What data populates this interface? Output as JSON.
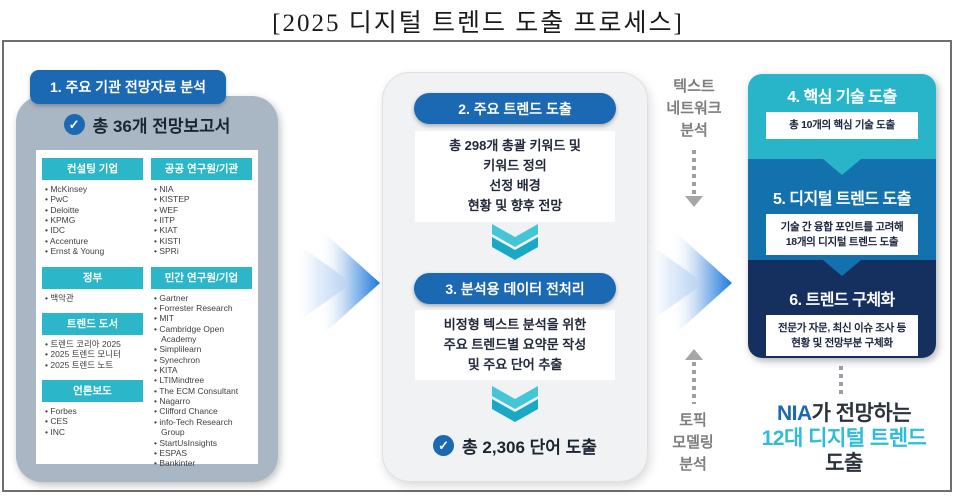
{
  "title": "[2025 디지털 트렌드 도출 프로세스]",
  "icons": {
    "check": "✓"
  },
  "colors": {
    "primary_blue": "#1b68b3",
    "teal": "#2cb6c9",
    "section_teal": "#29b5c9",
    "section_blue": "#1371ad",
    "section_navy": "#15305f",
    "panel_gray": "#a9b7c5",
    "arrow_blue": "#2079e0",
    "result_cyan": "#2fbcd6",
    "label_gray": "#7e7e7e"
  },
  "panel1": {
    "header": "1. 주요 기관 전망자료 분석",
    "summary": "총 36개 전망보고서",
    "columns": [
      {
        "groups": [
          {
            "label": "컨설팅 기업",
            "items": [
              "McKinsey",
              "PwC",
              "Deloitte",
              "KPMG",
              "IDC",
              "Accenture",
              "Ernst & Young"
            ]
          },
          {
            "label": "정부",
            "items": [
              "백악관"
            ]
          },
          {
            "label": "트렌드 도서",
            "items": [
              "트렌드 코리아 2025",
              "2025 트렌드 모니터",
              "2025 트렌드 노트"
            ]
          },
          {
            "label": "언론보도",
            "items": [
              "Forbes",
              "CES",
              "INC"
            ]
          }
        ]
      },
      {
        "groups": [
          {
            "label": "공공 연구원/기관",
            "items": [
              "NIA",
              "KISTEP",
              "WEF",
              "IITP",
              "KIAT",
              "KISTI",
              "SPRi"
            ]
          },
          {
            "label": "민간 연구원/기업",
            "items": [
              "Gartner",
              "Forrester Research",
              "MIT",
              "Cambridge Open Academy",
              "Simplilearn",
              "Synechron",
              "KITA",
              "LTIMindtree",
              "The ECM Consultant",
              "Nagarro",
              "Clifford Chance",
              "info-Tech Research Group",
              "StartUsInsights",
              "ESPAS",
              "Bankinter"
            ]
          }
        ]
      }
    ]
  },
  "panel2": {
    "header": "2. 주요 트렌드 도출",
    "body": "총 298개 총괄 키워드 및\n키워드 정의\n선정 배경\n현황 및 향후 전망"
  },
  "panel3": {
    "header": "3. 분석용 데이터 전처리",
    "body": "비정형 텍스트 분석을 위한\n주요 트렌드별 요약문 작성\n및 주요 단어 추출",
    "summary": "총 2,306 단어 도출"
  },
  "connectors": {
    "network_label": "텍스트\n네트워크\n분석",
    "topic_label": "토픽\n모델링\n분석"
  },
  "panel4": {
    "header": "4. 핵심 기술 도출",
    "body": "총 10개의 핵심 기술 도출"
  },
  "panel5": {
    "header": "5. 디지털 트렌드 도출",
    "body": "기술 간 융합 포인트를 고려해\n18개의 디지털 트렌드 도출"
  },
  "panel6": {
    "header": "6. 트렌드 구체화",
    "body": "전문가 자문, 최신 이슈 조사 등\n현황 및 전망부분 구체화"
  },
  "result": {
    "line1_accent": "NIA",
    "line1_rest": "가 전망하는",
    "line2": "12대 디지털 트렌드",
    "line3": "도출"
  }
}
